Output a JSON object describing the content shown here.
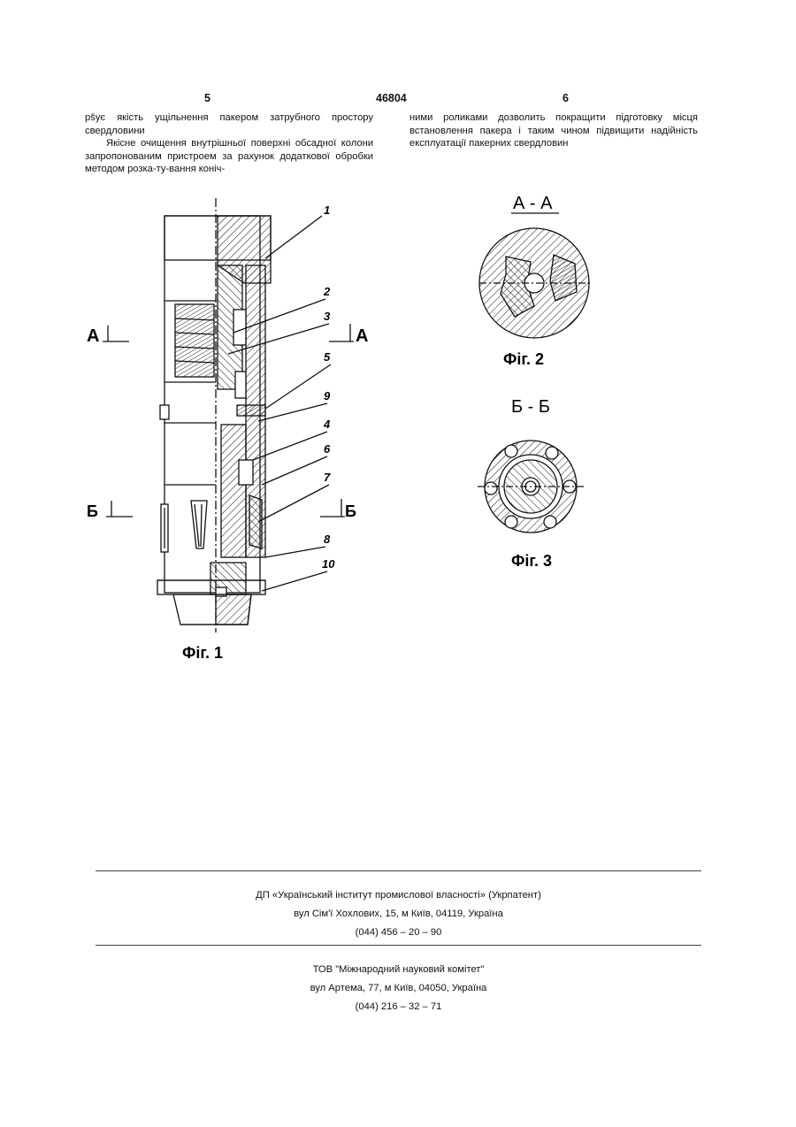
{
  "header": {
    "left_page": "5",
    "patent_number": "46804",
    "right_page": "6"
  },
  "text": {
    "left_column": [
      "рšує якість ущільнення пакером затрубного простору свердловини",
      "Якісне очищення внутрішньої поверхні обсадної колони запропонованим пристроем за рахунок додаткової обробки методом розка-ту-вання коніч-"
    ],
    "right_column": "ними роликами дозволить покращити підготовку місця встановлення пакера і таким чином підвищити надійність експлуатації пакерних свердловин"
  },
  "figures": {
    "fig1": {
      "caption": "Фiг. 1",
      "section_a_left": "А",
      "section_a_right": "А",
      "section_b_left": "Б",
      "section_b_right": "Б",
      "part_numbers": [
        "1",
        "2",
        "3",
        "5",
        "9",
        "4",
        "6",
        "7",
        "8",
        "10"
      ]
    },
    "fig2": {
      "title": "А - А",
      "caption": "Фiг. 2"
    },
    "fig3": {
      "title": "Б - Б",
      "caption": "Фiг. 3"
    }
  },
  "footer": {
    "org1_name": "ДП «Український інститут промислової власності» (Укрпатент)",
    "org1_address": "вул Сім'ї Хохлових, 15, м Київ, 04119, Україна",
    "org1_phone": "(044) 456 – 20 – 90",
    "org2_name": "ТОВ \"Міжнародний науковий комітет\"",
    "org2_address": "вул Артема, 77, м Київ, 04050, Україна",
    "org2_phone": "(044) 216 – 32 – 71"
  }
}
